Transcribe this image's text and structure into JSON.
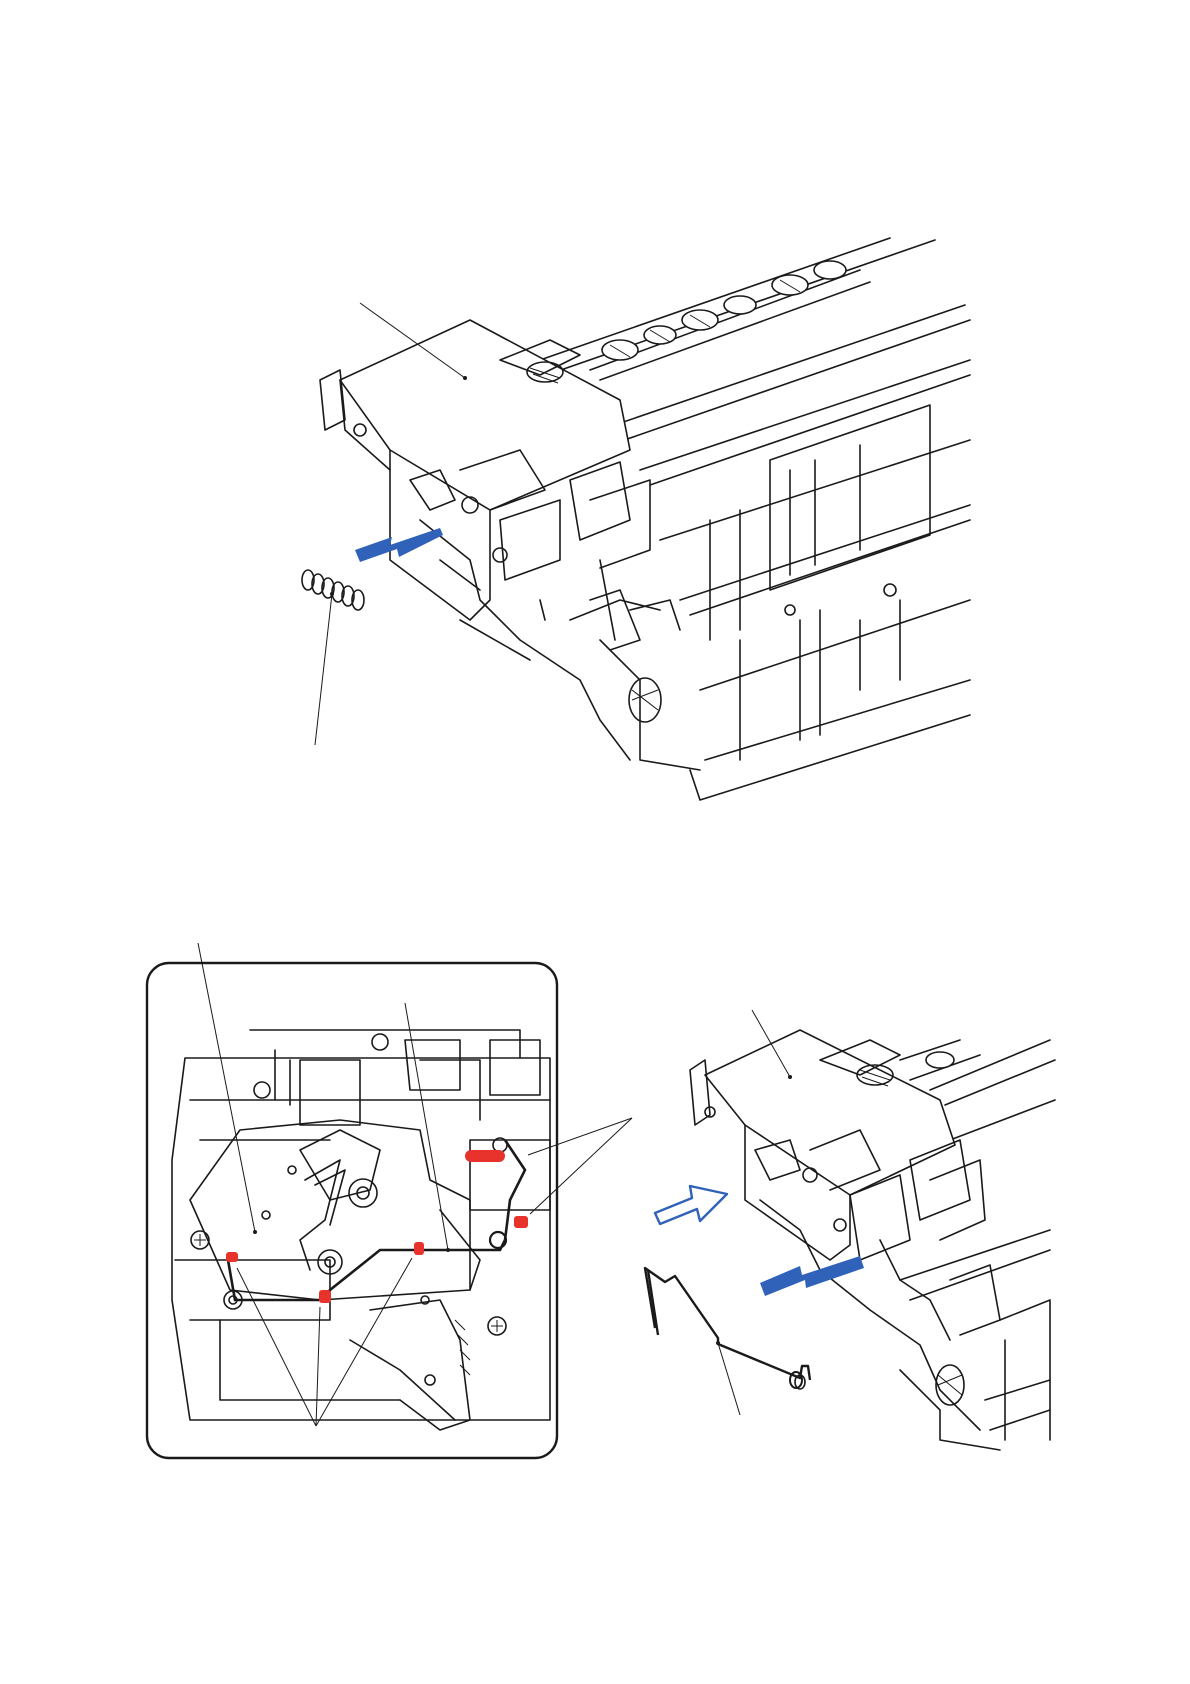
{
  "figure": {
    "top_panel": {
      "callout_count": 2,
      "arrow_color": "#2f62b8"
    },
    "bottom_left_detail": {
      "frame": "rounded-rectangle",
      "highlight_color": "#e8322c",
      "callout_count": 4
    },
    "bottom_right_panel": {
      "arrow_color": "#2f62b8",
      "outline_arrow": "install-direction",
      "callout_count": 2
    }
  }
}
